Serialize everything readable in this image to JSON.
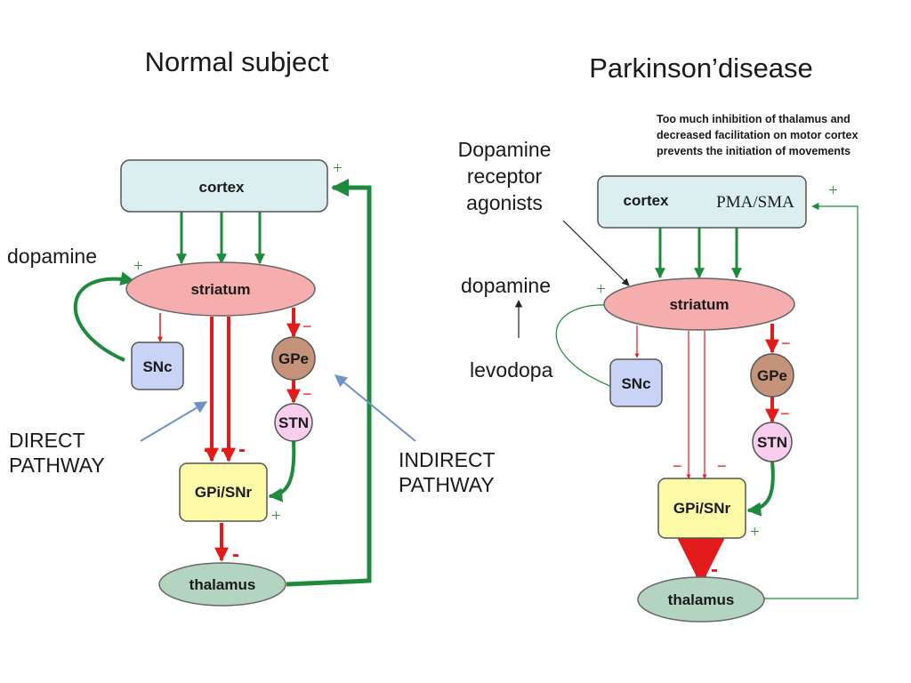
{
  "left_panel": {
    "title": "Normal subject",
    "nodes": {
      "cortex": "cortex",
      "striatum": "striatum",
      "snc": "SNc",
      "gpe": "GPe",
      "stn": "STN",
      "gpi_snr": "GPi/SNr",
      "thalamus": "thalamus"
    },
    "labels": {
      "dopamine": "dopamine",
      "direct_pathway_line1": "DIRECT",
      "direct_pathway_line2": "PATHWAY",
      "indirect_pathway_line1": "INDIRECT",
      "indirect_pathway_line2": "PATHWAY"
    },
    "signs": {
      "plus": "+",
      "minus": "-",
      "minus_small": "−"
    }
  },
  "right_panel": {
    "title": "Parkinson’disease",
    "note_lines": [
      "Too much inhibition of thalamus and",
      "decreased facilitation on motor cortex",
      "prevents the initiation of movements"
    ],
    "nodes": {
      "cortex": "cortex",
      "cortex_sub": "PMA/SMA",
      "striatum": "striatum",
      "snc": "SNc",
      "gpe": "GPe",
      "stn": "STN",
      "gpi_snr": "GPi/SNr",
      "thalamus": "thalamus"
    },
    "labels": {
      "agonists_line1": "Dopamine",
      "agonists_line2": "receptor",
      "agonists_line3": "agonists",
      "dopamine": "dopamine",
      "levodopa": "levodopa"
    },
    "signs": {
      "plus": "+",
      "minus": "-",
      "minus_small": "−"
    }
  },
  "colors": {
    "cortex_fill": "#dbeef0",
    "striatum_fill": "#f6adad",
    "snc_fill": "#c9d3f5",
    "gpe_fill": "#c4937a",
    "stn_fill": "#f8cdee",
    "gpi_fill": "#fdfaa8",
    "thalamus_fill": "#b2d4c0",
    "excitatory": "#1e8a3c",
    "inhibitory": "#e31b1b",
    "annotation_arrow": "#6f93c6"
  }
}
